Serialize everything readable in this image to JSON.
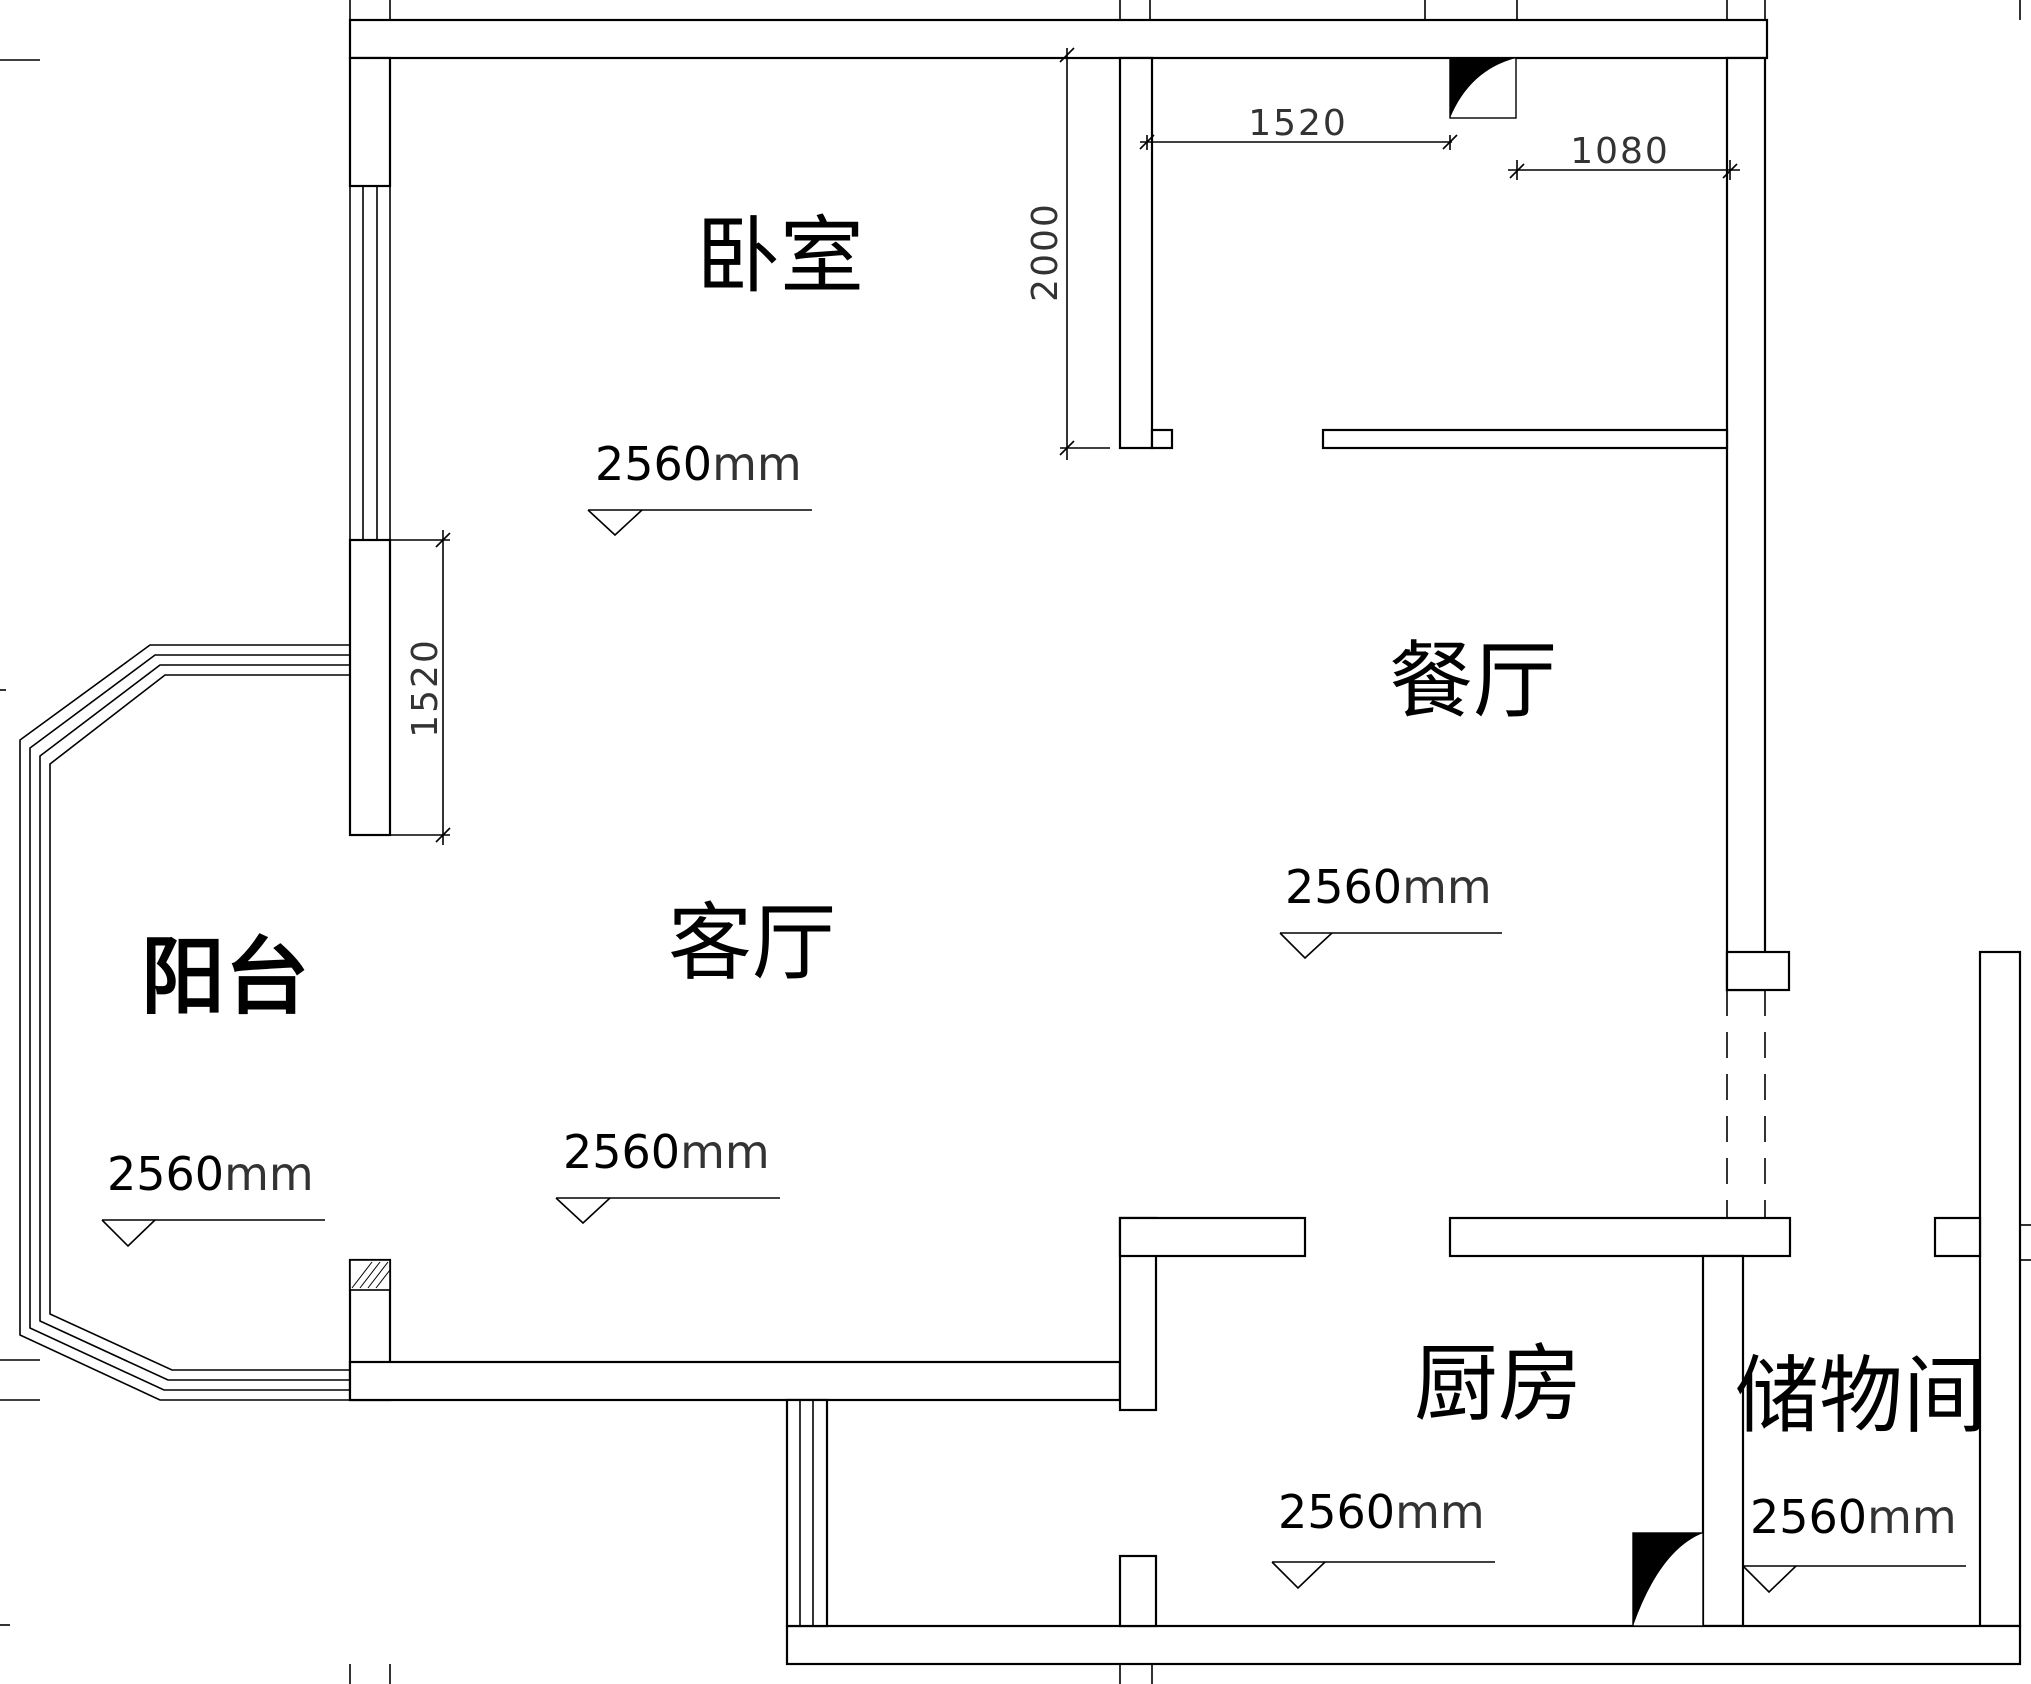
{
  "rooms": {
    "bedroom": "卧室",
    "dining": "餐厅",
    "living": "客厅",
    "balcony": "阳台",
    "kitchen": "厨房",
    "storage": "储物间"
  },
  "levels": {
    "value": "2560",
    "unit": "mm"
  },
  "dimensions": {
    "d_1520_top": "1520",
    "d_1080": "1080",
    "d_2000": "2000",
    "d_1520_left": "1520"
  }
}
